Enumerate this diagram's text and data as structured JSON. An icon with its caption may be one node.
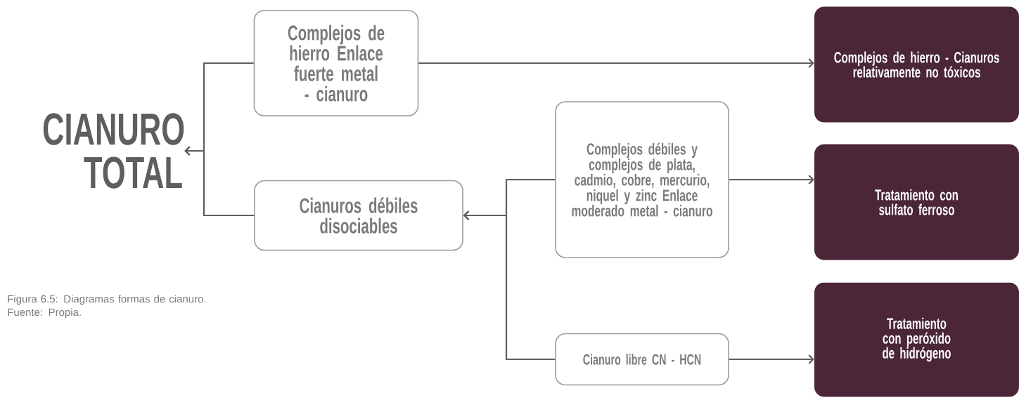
{
  "diagram": {
    "caption": "Figura 6.5: Diagramas formas de cianuro. Fuente: Propia.",
    "nodes": [
      {
        "text": [
          "CIANURO TOTAL"
        ]
      },
      {
        "text": [
          "Complejos de hierro Enlace fuerte metal - cianuro"
        ]
      },
      {
        "text": [
          "Cianuros débiles disociables"
        ]
      },
      {
        "text": [
          "Complejos débiles y complejos de plata, cadmio, cobre, mercurio, niquel y zinc Enlace moderado metal - cianuro"
        ]
      },
      {
        "text": [
          "Cianuro libre CN - HCN"
        ]
      },
      {
        "text": [
          "Complejos de hierro - Cianuros relativamente no tóxicos"
        ]
      },
      {
        "text": [
          "Tratamiento con sulfato ferroso"
        ]
      },
      {
        "text": [
          "Tratamiento con peróxido de hidrógeno"
        ]
      }
    ],
    "edges": [
      {
        "from": 1,
        "to": 0,
        "arrow": "to"
      },
      {
        "from": 2,
        "to": 0,
        "arrow": "to"
      },
      {
        "from": 3,
        "to": 2,
        "arrow": "to"
      },
      {
        "from": 4,
        "to": 2,
        "arrow": "to"
      },
      {
        "from": 1,
        "to": 5,
        "arrow": "to"
      },
      {
        "from": 3,
        "to": 6,
        "arrow": "to"
      },
      {
        "from": 4,
        "to": 7,
        "arrow": "to"
      }
    ]
  }
}
